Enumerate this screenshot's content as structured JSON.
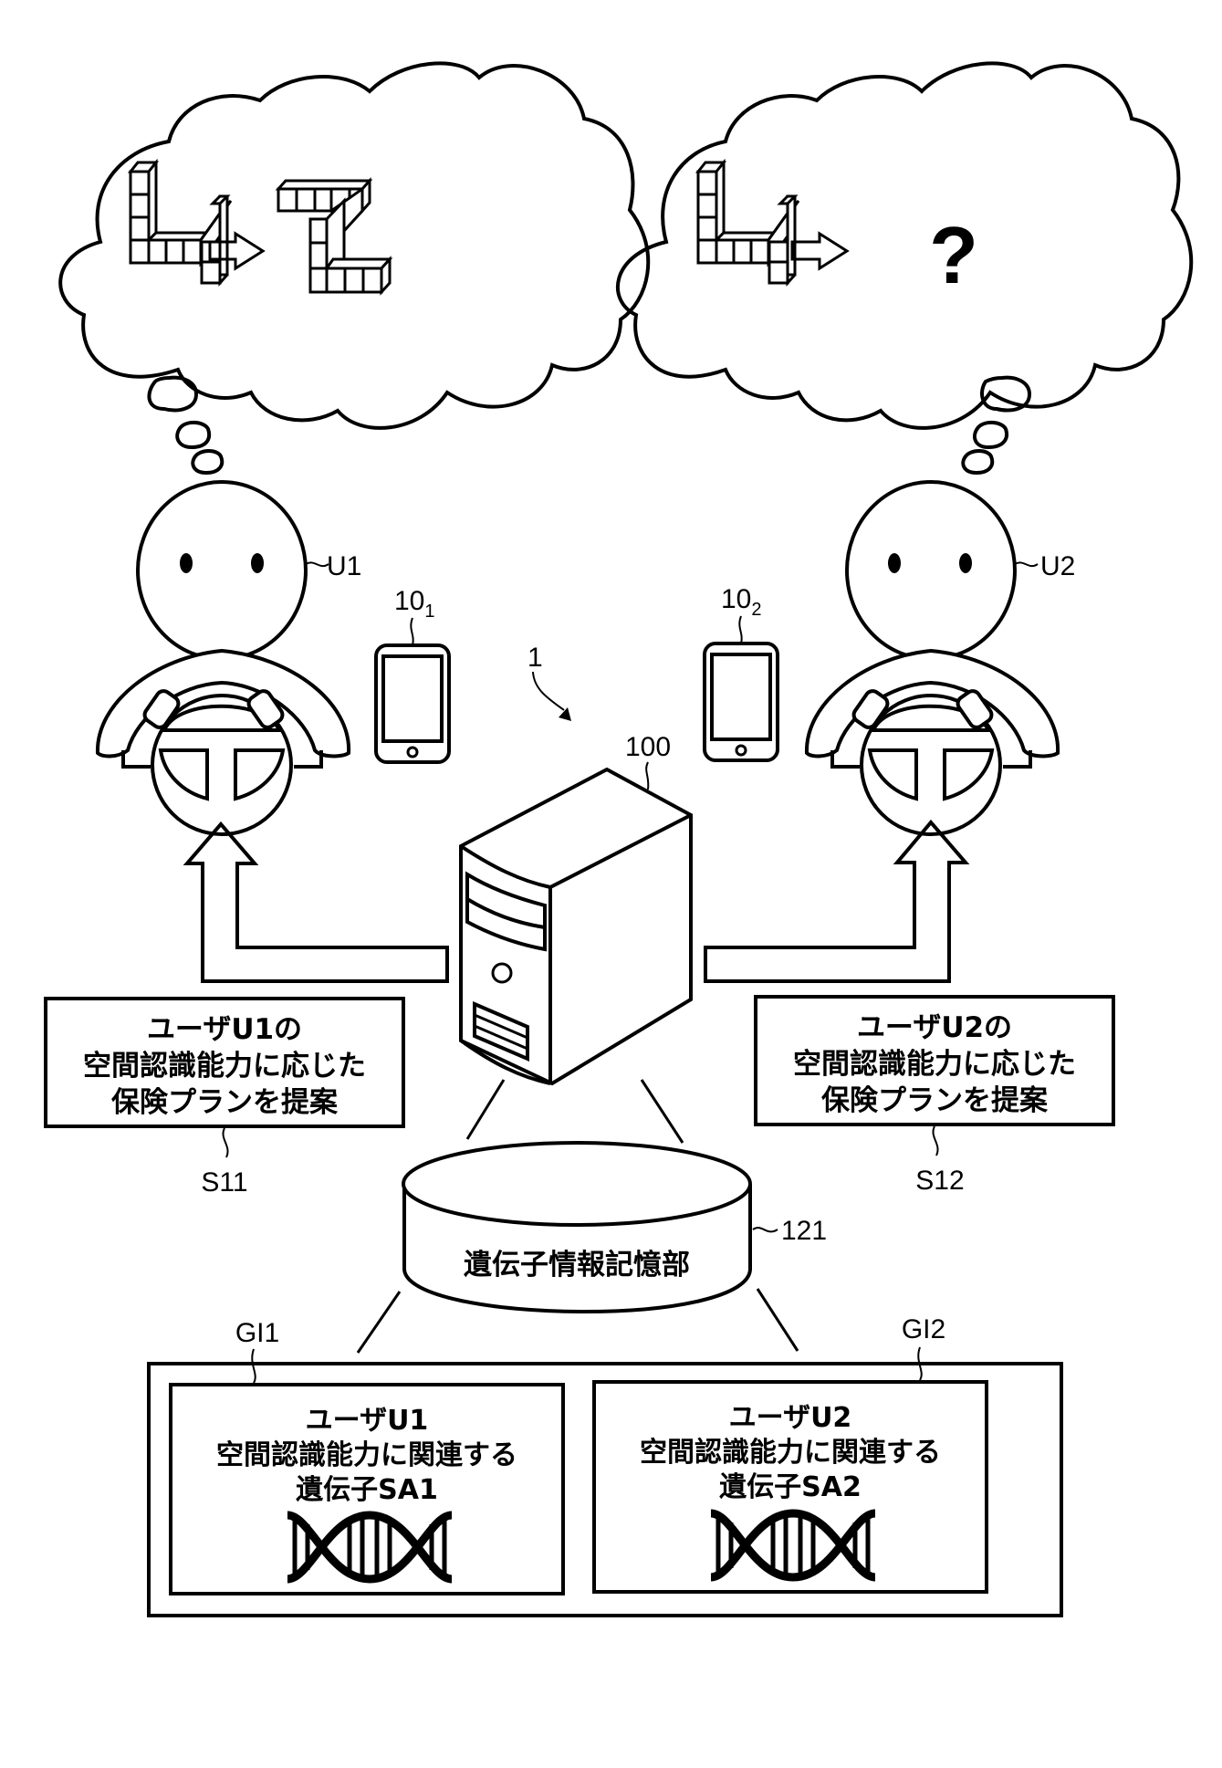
{
  "figure": {
    "system_ref": "1",
    "server": {
      "ref": "100",
      "icon": "server-tower-icon"
    },
    "storage": {
      "ref": "121",
      "label": "遺伝子情報記憶部",
      "icon": "database-cylinder-icon"
    },
    "users": [
      {
        "ref": "U1",
        "device_ref_base": "10",
        "device_ref_sub": "1",
        "thought": {
          "from_shape": "4-block-shape",
          "to_shape": "Z-block-shape",
          "to_label": ""
        },
        "proposal": {
          "lines": [
            "ユーザU1の",
            "空間認識能力に応じた",
            "保険プランを提案"
          ],
          "step_ref": "S11"
        },
        "gene_info": {
          "ref": "GI1",
          "lines": [
            "ユーザU1",
            "空間認識能力に関連する",
            "遺伝子SA1"
          ]
        }
      },
      {
        "ref": "U2",
        "device_ref_base": "10",
        "device_ref_sub": "2",
        "thought": {
          "from_shape": "4-block-shape",
          "to_shape": "unknown",
          "to_label": "?"
        },
        "proposal": {
          "lines": [
            "ユーザU2の",
            "空間認識能力に応じた",
            "保険プランを提案"
          ],
          "step_ref": "S12"
        },
        "gene_info": {
          "ref": "GI2",
          "lines": [
            "ユーザU2",
            "空間認識能力に関連する",
            "遺伝子SA2"
          ]
        }
      }
    ]
  }
}
